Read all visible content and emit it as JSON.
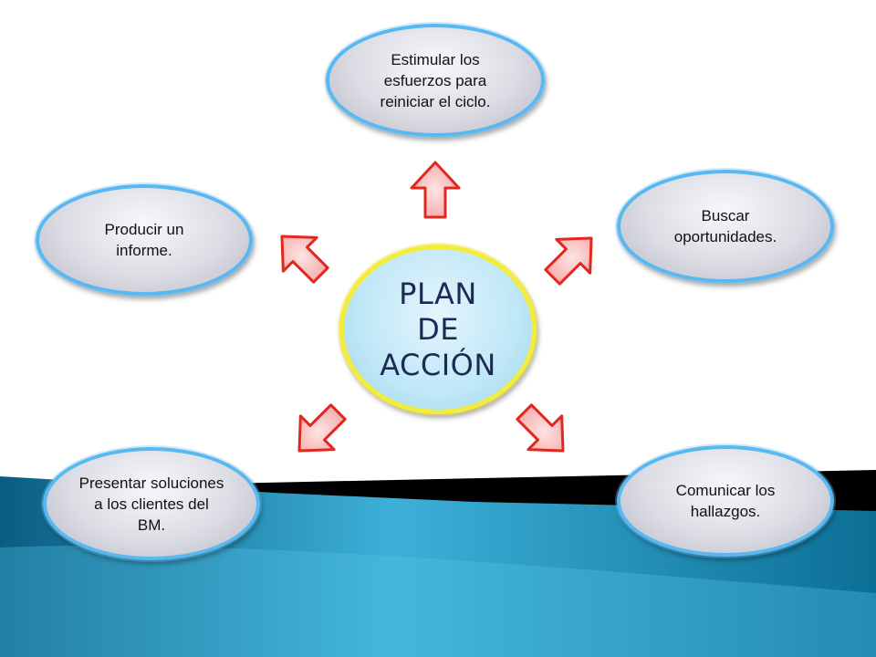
{
  "center": {
    "text": "PLAN\nDE\nACCIÓN"
  },
  "nodes": {
    "top": "Estimular los esfuerzos para reiniciar el ciclo.",
    "right": "Buscar oportunidades.",
    "bottom_right": "Comunicar los hallazgos.",
    "bottom_left": "Presentar soluciones a los clientes del BM.",
    "left": "Producir un informe."
  },
  "colors": {
    "center_fill": "#bfe7f7",
    "center_border": "#f3ec3a",
    "node_fill": "#dcdce4",
    "node_border": "#59b8ef",
    "arrow_fill": "#f59a9a",
    "arrow_border": "#e0281e",
    "band_dark": "#0a5d82",
    "band_light": "#3db0d8"
  }
}
